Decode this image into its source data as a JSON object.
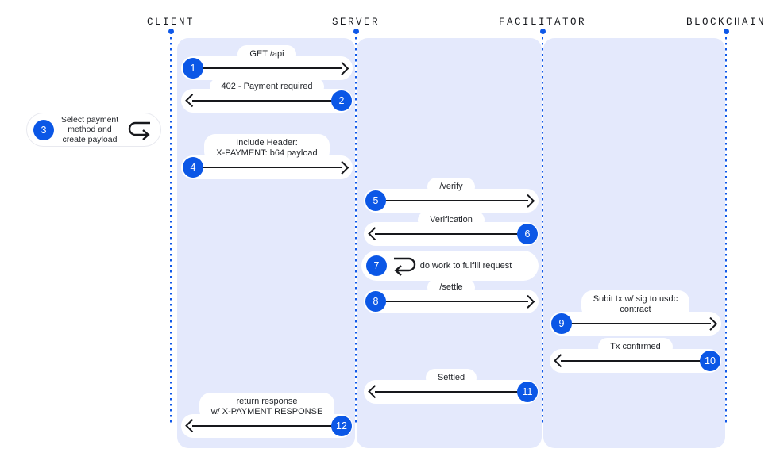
{
  "colors": {
    "accent_blue": "#0b57e6",
    "lifeline_blue": "#1159e9",
    "panel_lavender": "#e4e9fc",
    "arrow_black": "#17181c"
  },
  "actors": [
    {
      "name": "CLIENT"
    },
    {
      "name": "SERVER"
    },
    {
      "name": "FACILITATOR"
    },
    {
      "name": "BLOCKCHAIN"
    }
  ],
  "messages": [
    {
      "step": "1",
      "label": "GET /api",
      "from": "CLIENT",
      "to": "SERVER",
      "direction": "right"
    },
    {
      "step": "2",
      "label": "402 - Payment required",
      "from": "SERVER",
      "to": "CLIENT",
      "direction": "left"
    },
    {
      "step": "3",
      "label": "Select payment\nmethod and\ncreate payload",
      "from": "CLIENT",
      "to": "CLIENT",
      "direction": "self"
    },
    {
      "step": "4",
      "label": "Include Header:\nX-PAYMENT: b64 payload",
      "from": "CLIENT",
      "to": "SERVER",
      "direction": "right"
    },
    {
      "step": "5",
      "label": "/verify",
      "from": "SERVER",
      "to": "FACILITATOR",
      "direction": "right"
    },
    {
      "step": "6",
      "label": "Verification",
      "from": "FACILITATOR",
      "to": "SERVER",
      "direction": "left"
    },
    {
      "step": "7",
      "label": "do work to fulfill request",
      "from": "SERVER",
      "to": "SERVER",
      "direction": "self"
    },
    {
      "step": "8",
      "label": "/settle",
      "from": "SERVER",
      "to": "FACILITATOR",
      "direction": "right"
    },
    {
      "step": "9",
      "label": "Subit tx w/ sig to usdc\ncontract",
      "from": "FACILITATOR",
      "to": "BLOCKCHAIN",
      "direction": "right"
    },
    {
      "step": "10",
      "label": "Tx confirmed",
      "from": "BLOCKCHAIN",
      "to": "FACILITATOR",
      "direction": "left"
    },
    {
      "step": "11",
      "label": "Settled",
      "from": "FACILITATOR",
      "to": "SERVER",
      "direction": "left"
    },
    {
      "step": "12",
      "label": "return response\nw/ X-PAYMENT RESPONSE",
      "from": "SERVER",
      "to": "CLIENT",
      "direction": "left"
    }
  ]
}
